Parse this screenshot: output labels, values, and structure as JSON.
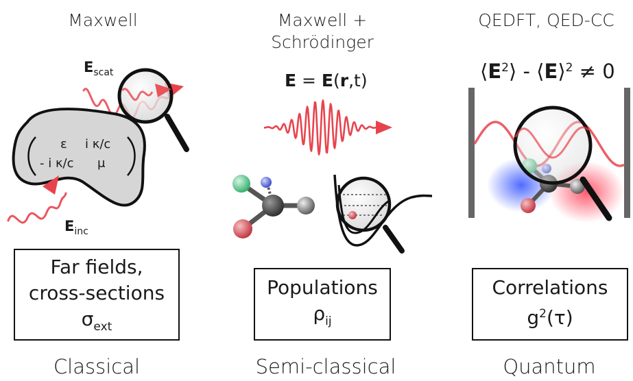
{
  "columns": [
    {
      "title_line1": "Maxwell",
      "title_line2": "",
      "box_line1": "Far fields,",
      "box_line2": "cross-sections",
      "box_sym": "σ",
      "box_sub": "ext",
      "regime": "Classical"
    },
    {
      "title_line1": "Maxwell +",
      "title_line2": "Schrödinger",
      "equation_bold1": "E",
      "equation_eq": " = ",
      "equation_bold2": "E",
      "equation_open": "(",
      "equation_bold3": "r",
      "equation_rest": ",t)",
      "box_line1": "Populations",
      "box_sym": "ρ",
      "box_sub": "ij",
      "regime": "Semi-classical"
    },
    {
      "title_line1": "QEDFT, QED-CC",
      "title_line2": "",
      "equation_a": "⟨",
      "equation_b": "E",
      "equation_c": "2",
      "equation_d": "⟩ - ⟨",
      "equation_e": "E",
      "equation_f": "⟩",
      "equation_g": "2",
      "equation_h": " ≠ 0",
      "box_line1": "Correlations",
      "box_sym": "g",
      "box_sup": "2",
      "box_rest": "(τ)",
      "regime": "Quantum"
    }
  ],
  "labels": {
    "e_scat_bold": "E",
    "e_scat_sub": "scat",
    "e_inc_bold": "E",
    "e_inc_sub": "inc"
  },
  "matrix": {
    "r1c1": "ε",
    "r1c2": "i κ/c",
    "r2c1": "- i κ/c",
    "r2c2": "μ"
  },
  "colors": {
    "wave": "#e8434d",
    "blob_fill": "#d6d6d6",
    "molecule_carbon": "#555555",
    "atom_red": "#d9545b",
    "atom_green": "#6fd39a",
    "atom_blue": "#5a6de0",
    "mirror": "#666666"
  }
}
